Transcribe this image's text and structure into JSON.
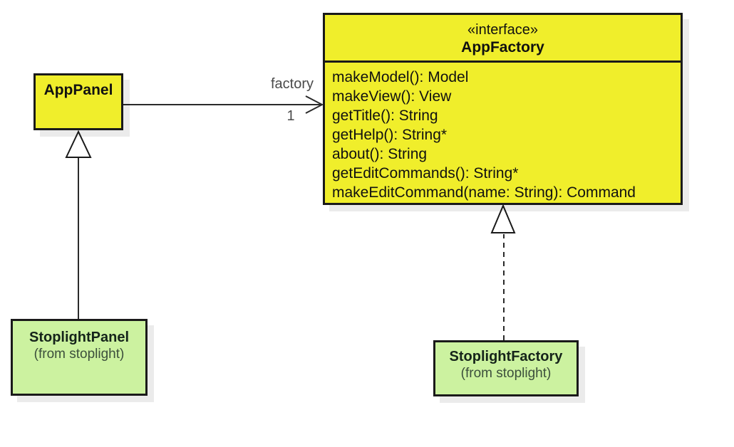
{
  "diagram": {
    "app_factory": {
      "stereotype": "«interface»",
      "name": "AppFactory",
      "methods": [
        "makeModel(): Model",
        "makeView(): View",
        "getTitle(): String",
        "getHelp(): String*",
        "about(): String",
        "getEditCommands(): String*",
        "makeEditCommand(name: String): Command"
      ]
    },
    "app_panel": {
      "name": "AppPanel"
    },
    "stoplight_panel": {
      "name": "StoplightPanel",
      "package": "(from stoplight)"
    },
    "stoplight_factory": {
      "name": "StoplightFactory",
      "package": "(from stoplight)"
    },
    "association": {
      "label": "factory",
      "multiplicity": "1"
    },
    "relationships": {
      "app_panel_to_app_factory": "association (factory, 1)",
      "stoplight_panel_to_app_panel": "generalization",
      "stoplight_factory_to_app_factory": "realization"
    },
    "colors": {
      "class_fill": "#f0ee2b",
      "subclass_fill": "#ccf2a0",
      "border": "#1a1a1a",
      "edge_label_text": "#4a4a4a",
      "background": "#ffffff"
    }
  }
}
